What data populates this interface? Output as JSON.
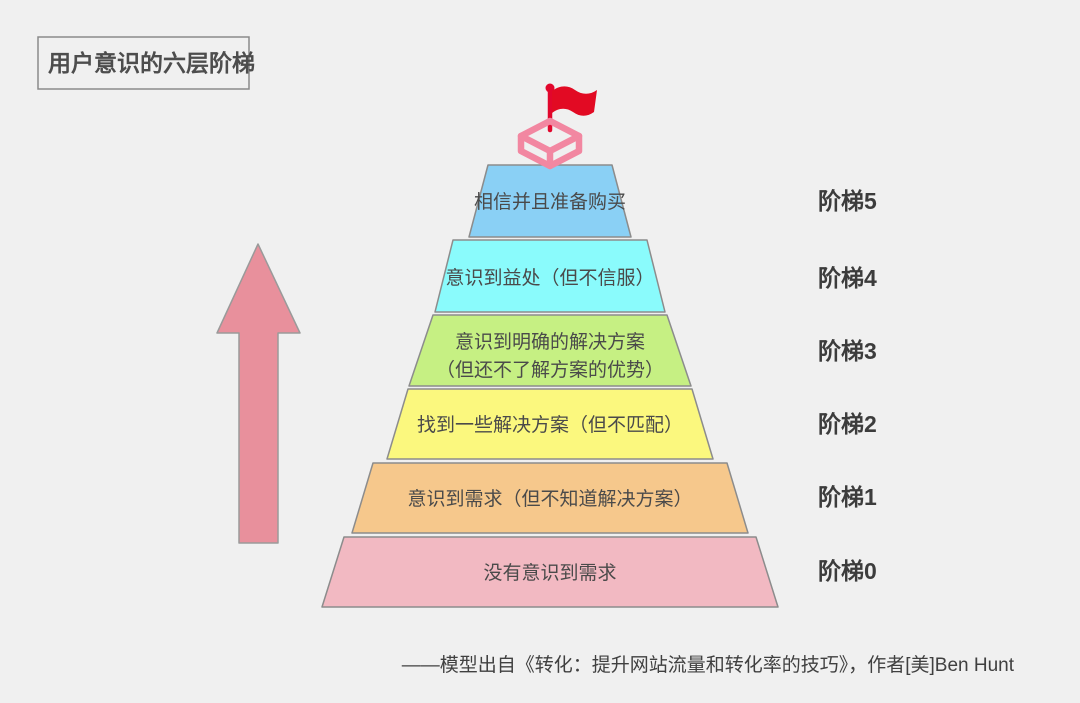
{
  "background_color": "#f0f0f0",
  "title": {
    "text": "用户意识的六层阶梯"
  },
  "arrow": {
    "color": "#e8909c",
    "direction": "up"
  },
  "flag_icon": {
    "name": "flag-on-box",
    "flag_color": "#e20a23",
    "box_color": "#f287a1"
  },
  "levels": [
    {
      "stage_label": "阶梯5",
      "lines": [
        "相信并且准备购买"
      ],
      "fill": "#8ad0f5"
    },
    {
      "stage_label": "阶梯4",
      "lines": [
        "意识到益处（但不信服）"
      ],
      "fill": "#8afbfc"
    },
    {
      "stage_label": "阶梯3",
      "lines": [
        "意识到明确的解决方案",
        "（但还不了解方案的优势）"
      ],
      "fill": "#c6f083"
    },
    {
      "stage_label": "阶梯2",
      "lines": [
        "找到一些解决方案（但不匹配）"
      ],
      "fill": "#fbf87e"
    },
    {
      "stage_label": "阶梯1",
      "lines": [
        "意识到需求（但不知道解决方案）"
      ],
      "fill": "#f6c88c"
    },
    {
      "stage_label": "阶梯0",
      "lines": [
        "没有意识到需求"
      ],
      "fill": "#f2b9c2"
    }
  ],
  "caption": {
    "text": "——模型出自《转化：提升网站流量和转化率的技巧》，作者[美]Ben Hunt"
  }
}
